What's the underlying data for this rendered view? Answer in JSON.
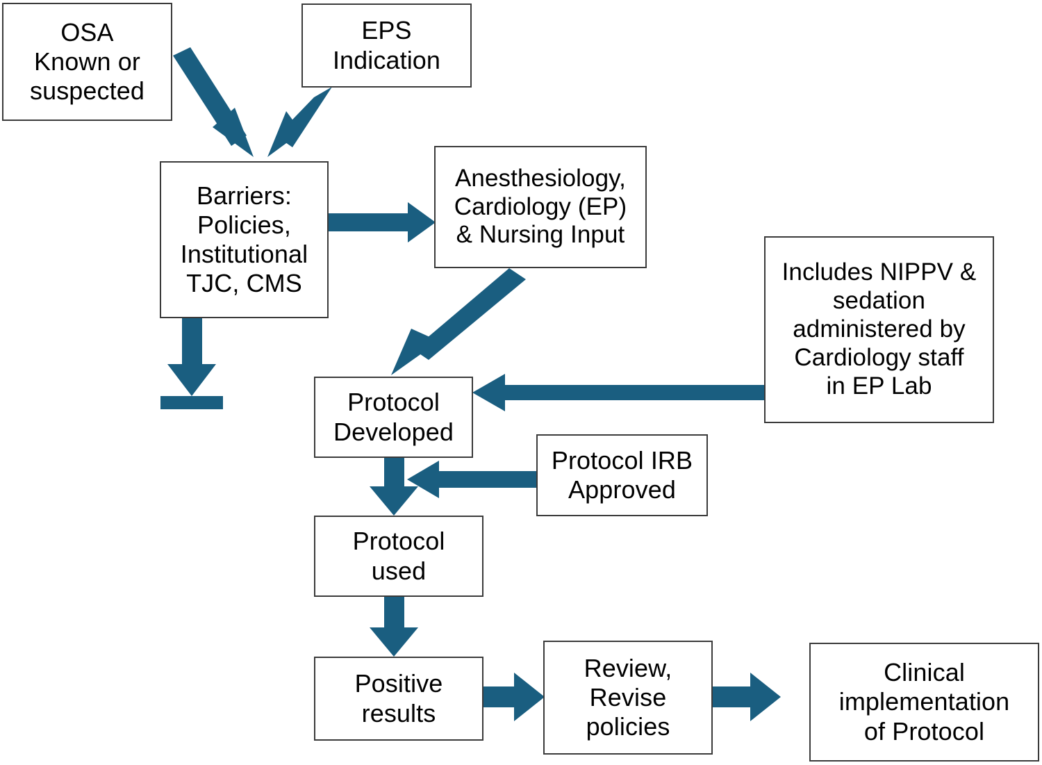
{
  "diagram": {
    "type": "flowchart",
    "title": "OSA / EPS sedation protocol development flowchart",
    "accent_color": "#1a5e80",
    "box_border_color": "#3a3a3a",
    "background_color": "#ffffff",
    "text_color": "#000000"
  },
  "nodes": [
    {
      "id": "osa",
      "label": "OSA\nKnown or\nsuspected"
    },
    {
      "id": "eps",
      "label": "EPS\nIndication"
    },
    {
      "id": "barriers",
      "label": "Barriers:\nPolicies,\nInstitutional\nTJC, CMS"
    },
    {
      "id": "input",
      "label": "Anesthesiology,\nCardiology (EP)\n& Nursing  Input"
    },
    {
      "id": "nippv",
      "label": "Includes NIPPV &\nsedation\nadministered by\nCardiology staff\nin EP Lab"
    },
    {
      "id": "developed",
      "label": "Protocol\nDeveloped"
    },
    {
      "id": "irb",
      "label": "Protocol IRB\nApproved"
    },
    {
      "id": "used",
      "label": "Protocol\nused"
    },
    {
      "id": "positive",
      "label": "Positive\nresults"
    },
    {
      "id": "review",
      "label": "Review,\nRevise\npolicies"
    },
    {
      "id": "clinical",
      "label": "Clinical\nimplementation\nof Protocol"
    }
  ],
  "edges": [
    {
      "id": "osa-barriers",
      "from": "osa",
      "to": "barriers",
      "style": "diagonal-arrow"
    },
    {
      "id": "eps-barriers",
      "from": "eps",
      "to": "barriers",
      "style": "diagonal-arrow"
    },
    {
      "id": "barriers-input",
      "from": "barriers",
      "to": "input",
      "style": "straight-arrow-right"
    },
    {
      "id": "barriers-blocked",
      "from": "barriers",
      "to": "",
      "style": "arrow-to-stop-bar"
    },
    {
      "id": "input-developed",
      "from": "input",
      "to": "developed",
      "style": "diagonal-arrow"
    },
    {
      "id": "nippv-developed",
      "from": "nippv",
      "to": "developed",
      "style": "straight-arrow-left"
    },
    {
      "id": "developed-used",
      "from": "developed",
      "to": "used",
      "style": "straight-arrow-down"
    },
    {
      "id": "irb-developed-used",
      "from": "irb",
      "to": "used",
      "style": "straight-arrow-left"
    },
    {
      "id": "used-positive",
      "from": "used",
      "to": "positive",
      "style": "straight-arrow-down"
    },
    {
      "id": "positive-review",
      "from": "positive",
      "to": "review",
      "style": "straight-arrow-right"
    },
    {
      "id": "review-clinical",
      "from": "review",
      "to": "clinical",
      "style": "straight-arrow-right"
    }
  ]
}
